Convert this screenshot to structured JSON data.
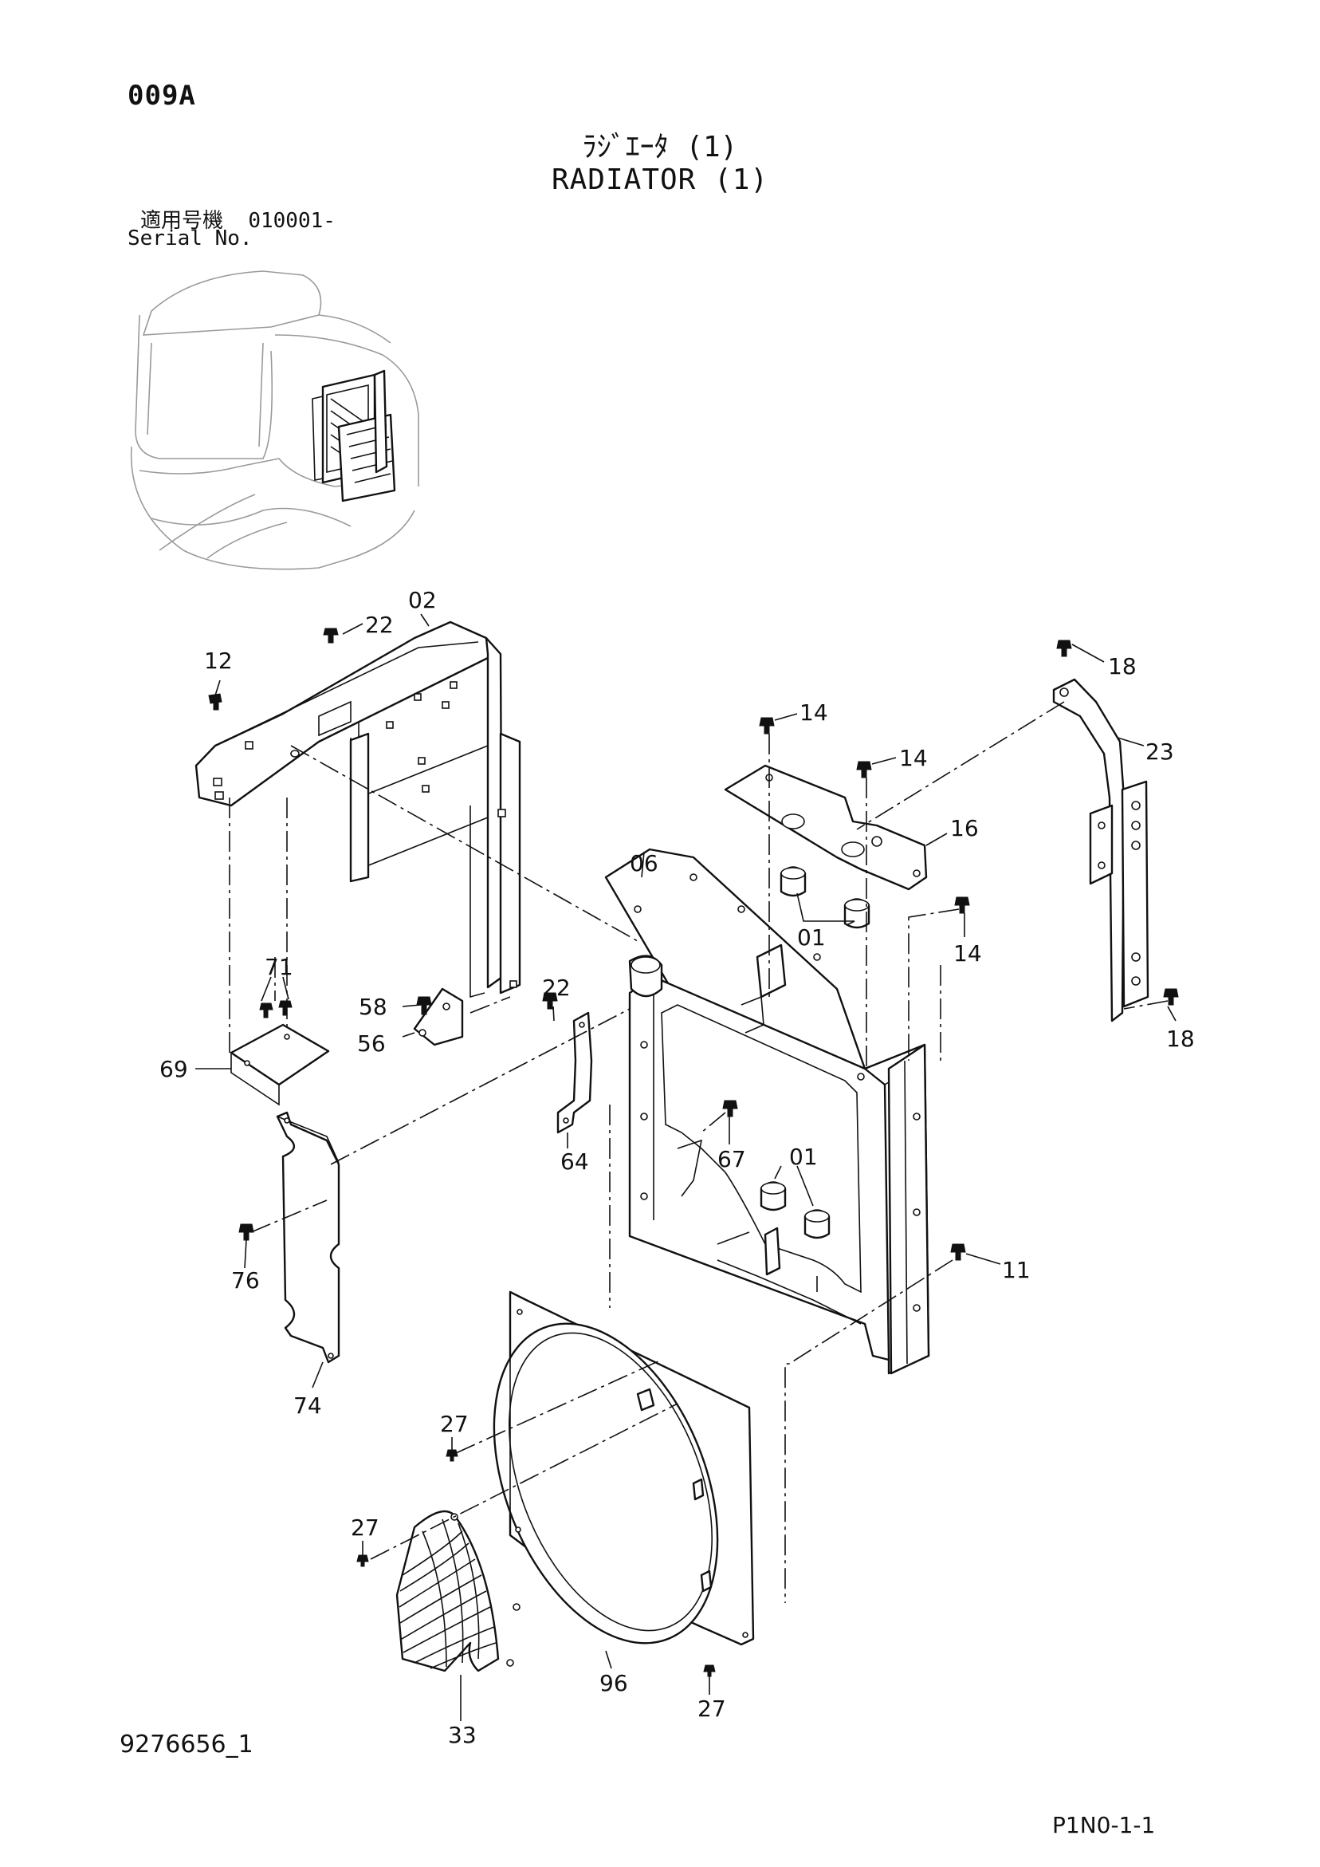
{
  "header": {
    "page_code": "009A",
    "title_jp": "ﾗｼﾞｴｰﾀ (1)",
    "title_en": "RADIATOR (1)",
    "serial_label_jp": "適用号機",
    "serial_range": "010001-",
    "serial_label_en": "Serial No."
  },
  "footer": {
    "document_number": "9276656_1",
    "page_reference": "P1N0-1-1"
  },
  "callouts": {
    "c02": "02",
    "c22a": "22",
    "c12": "12",
    "c18a": "18",
    "c14a": "14",
    "c14b": "14",
    "c23": "23",
    "c16": "16",
    "c06": "06",
    "c01a": "01",
    "c14c": "14",
    "c71": "71",
    "c58": "58",
    "c22b": "22",
    "c56": "56",
    "c69": "69",
    "c18b": "18",
    "c64": "64",
    "c67": "67",
    "c01b": "01",
    "c76": "76",
    "c11": "11",
    "c74": "74",
    "c27a": "27",
    "c27b": "27",
    "c96": "96",
    "c27c": "27",
    "c33": "33"
  }
}
